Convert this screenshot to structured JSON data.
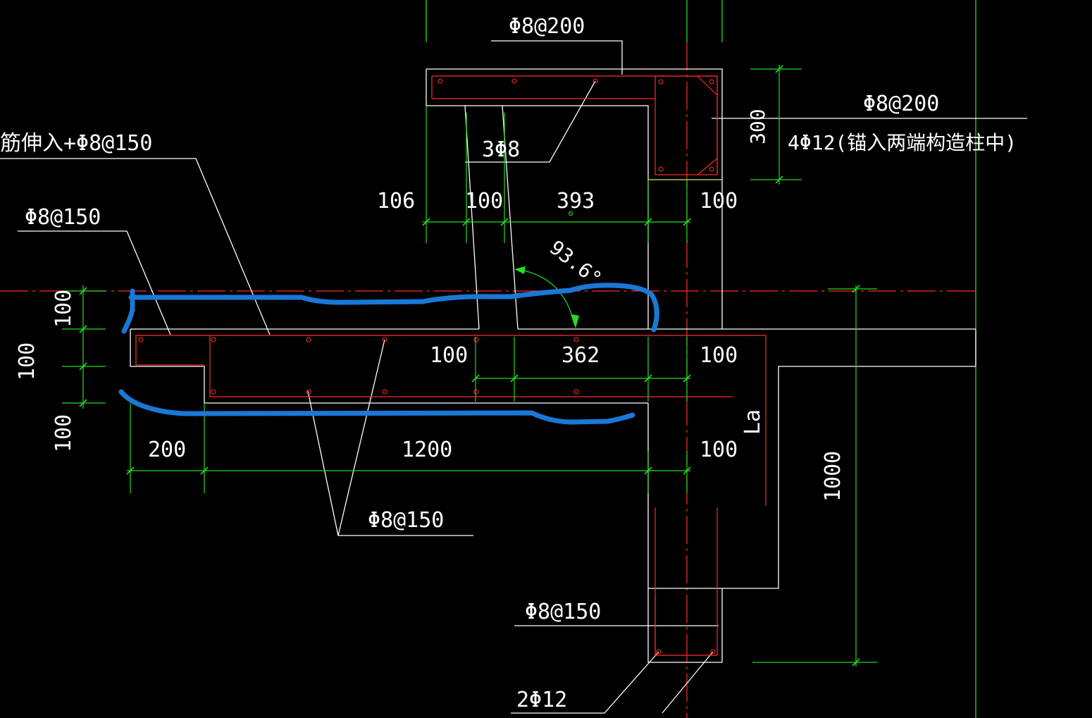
{
  "colors": {
    "background": "#000000",
    "outline": "#ffffff",
    "rebar": "#ff2a2a",
    "dimension": "#22dd22",
    "annotation_stroke": "#1a78d6",
    "yellow_line": "#e8e84a"
  },
  "labels": {
    "top_bar_spec": "Φ8@200",
    "top_right_spec": "Φ8@200",
    "corner_bars": "4Φ12(锚入两端构造柱中)",
    "dim_300": "300",
    "three_bars": "3Φ8",
    "dim_106": "106",
    "dim_100_a": "100",
    "dim_393": "393",
    "dim_100_b": "100",
    "angle": "93.6°",
    "left_spec_1": "Φ8@150",
    "left_spec_2": "筋伸入+Φ8@150",
    "dim_100_left_top": "100",
    "dim_100_left_mid": "100",
    "dim_100_left_bottom": "100",
    "dim_100_c": "100",
    "dim_362": "362",
    "dim_100_d": "100",
    "dim_200": "200",
    "dim_1200": "1200",
    "dim_100_e": "100",
    "la": "La",
    "dim_1000": "1000",
    "bottom_spec": "Φ8@150",
    "lower_spec": "Φ8@150",
    "bottom_bars": "2Φ12"
  }
}
